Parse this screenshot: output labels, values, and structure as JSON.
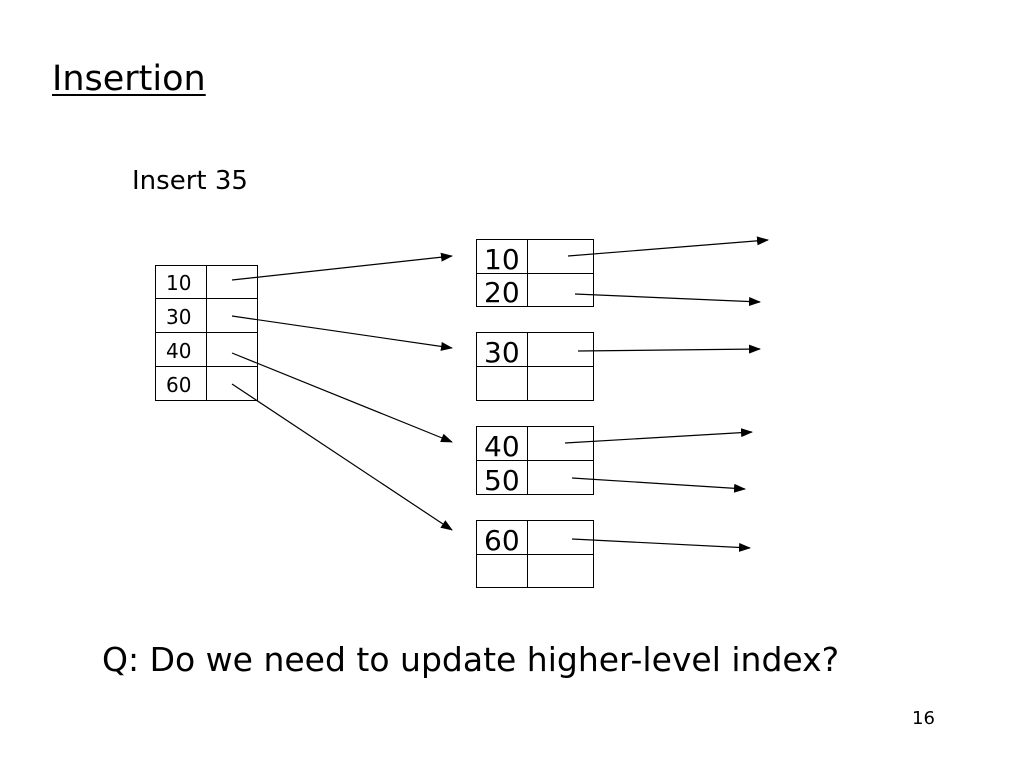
{
  "slide": {
    "title": "Insertion",
    "subtitle": "Insert 35",
    "question": "Q: Do we need to update higher-level index?",
    "page_number": "16"
  },
  "diagram": {
    "index_block": {
      "keys": [
        "10",
        "30",
        "40",
        "60"
      ]
    },
    "data_blocks": [
      {
        "keys": [
          "10",
          "20"
        ]
      },
      {
        "keys": [
          "30",
          ""
        ]
      },
      {
        "keys": [
          "40",
          "50"
        ]
      },
      {
        "keys": [
          "60",
          ""
        ]
      }
    ]
  }
}
